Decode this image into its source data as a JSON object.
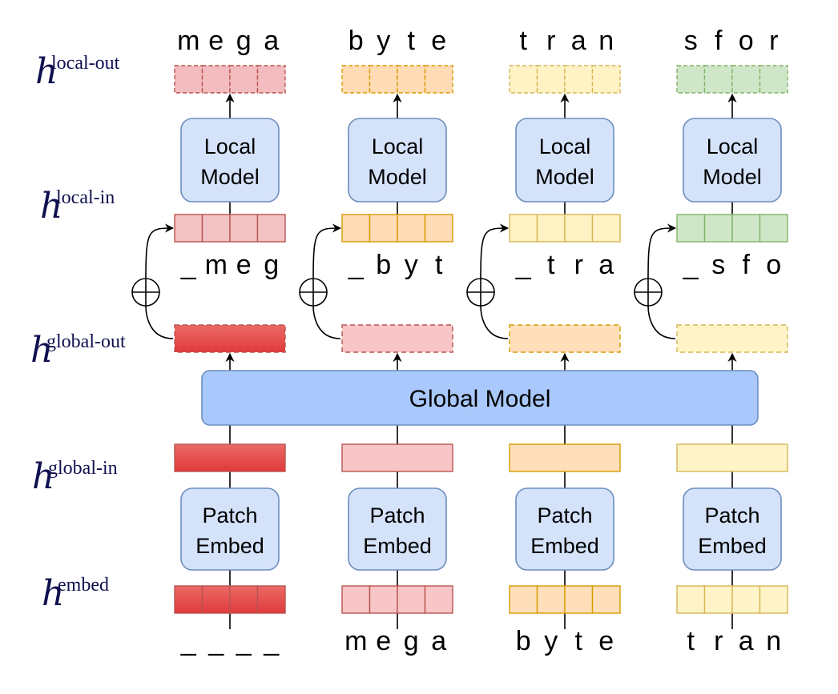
{
  "row_labels": {
    "local_out": {
      "main": "h",
      "sup": "local-out"
    },
    "local_in": {
      "main": "h",
      "sup": "local-in"
    },
    "global_out": {
      "main": "h",
      "sup": "global-out"
    },
    "global_in": {
      "main": "h",
      "sup": "global-in"
    },
    "embed": {
      "main": "h",
      "sup": "embed"
    }
  },
  "global_model_label": "Global Model",
  "local_model_label": [
    "Local",
    "Model"
  ],
  "patch_embed_label": [
    "Patch",
    "Embed"
  ],
  "plus_symbol": "⊕",
  "columns": [
    {
      "top_chars": [
        "m",
        "e",
        "g",
        "a"
      ],
      "local_in_chars": [
        "_",
        "m",
        "e",
        "g"
      ],
      "bottom_chars": [
        "_",
        "_",
        "_",
        "_"
      ],
      "colors": {
        "out_fill": "#f3bcbf",
        "out_stroke": "#b85450",
        "in_fill": "#f3c2c4",
        "in_stroke": "#b85450",
        "gout_top": "#ea6b66",
        "gout_bottom": "#e0393b",
        "gin_top": "#ea6b66",
        "gin_bottom": "#e0393b",
        "emb_top": "#ea6b66",
        "emb_bottom": "#e0393b"
      }
    },
    {
      "top_chars": [
        "b",
        "y",
        "t",
        "e"
      ],
      "local_in_chars": [
        "_",
        "b",
        "y",
        "t"
      ],
      "bottom_chars": [
        "m",
        "e",
        "g",
        "a"
      ],
      "colors": {
        "out_fill": "#ffdcb5",
        "out_stroke": "#d79b00",
        "in_fill": "#ffdcb5",
        "in_stroke": "#d79b00",
        "gout_top": "#f8c6c7",
        "gout_bottom": "#f8c6c7",
        "gin_top": "#f8c6c7",
        "gin_bottom": "#f8c6c7",
        "emb_top": "#f8c6c7",
        "emb_bottom": "#f8c6c7"
      }
    },
    {
      "top_chars": [
        "t",
        "r",
        "a",
        "n"
      ],
      "local_in_chars": [
        "_",
        "t",
        "r",
        "a"
      ],
      "bottom_chars": [
        "b",
        "y",
        "t",
        "e"
      ],
      "colors": {
        "out_fill": "#fff2c4",
        "out_stroke": "#d6b656",
        "in_fill": "#fff2c4",
        "in_stroke": "#d6b656",
        "gout_top": "#ffdfba",
        "gout_bottom": "#ffdfba",
        "gin_top": "#ffdfba",
        "gin_bottom": "#ffdfba",
        "emb_top": "#ffdfba",
        "emb_bottom": "#ffdfba"
      }
    },
    {
      "top_chars": [
        "s",
        "f",
        "o",
        "r"
      ],
      "local_in_chars": [
        "_",
        "s",
        "f",
        "o"
      ],
      "bottom_chars": [
        "t",
        "r",
        "a",
        "n"
      ],
      "colors": {
        "out_fill": "#cfe6c8",
        "out_stroke": "#82b366",
        "in_fill": "#cfe6c8",
        "in_stroke": "#82b366",
        "gout_top": "#fff3c8",
        "gout_bottom": "#fff3c8",
        "gin_top": "#fff3c8",
        "gin_bottom": "#fff3c8",
        "emb_top": "#fff3c8",
        "emb_bottom": "#fff3c8"
      }
    }
  ],
  "colors": {
    "model_fill": "#d4e2fa",
    "model_stroke": "#6c8ebf",
    "global_fill": "#a9c8fb",
    "line": "#000000",
    "label": "#101050"
  }
}
